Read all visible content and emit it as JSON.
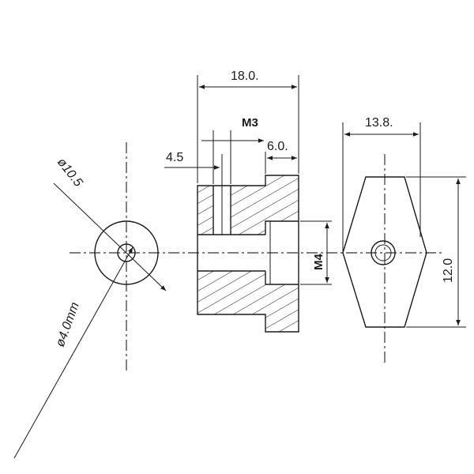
{
  "labels": {
    "overall_length": "18.0.",
    "thread_m3": "M3",
    "shoulder": "4.5",
    "bore_depth": "6.0.",
    "thread_m4": "M4",
    "flats": "13.8.",
    "height": "12.0",
    "outer_dia": "ø10.5",
    "bore_dia": "ø4.0mm"
  }
}
